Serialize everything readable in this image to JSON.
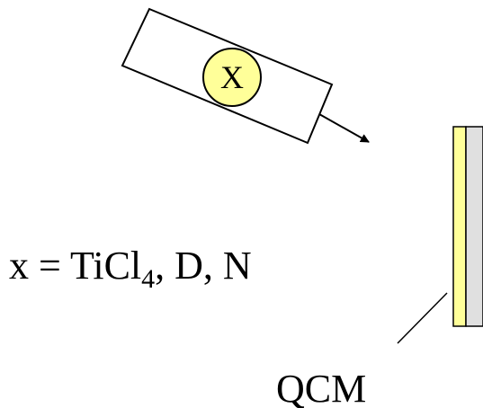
{
  "diagram": {
    "source": {
      "circle_label": "X"
    },
    "formula": {
      "prefix": "x = TiCl",
      "subscript": "4",
      "suffix": ", D, N"
    },
    "sensor": {
      "label": "QCM"
    },
    "colors": {
      "circle_fill": "#FFFF99",
      "film_fill": "#FFFF99",
      "crystal_fill": "#E0E0E0",
      "stroke": "#000000"
    }
  }
}
